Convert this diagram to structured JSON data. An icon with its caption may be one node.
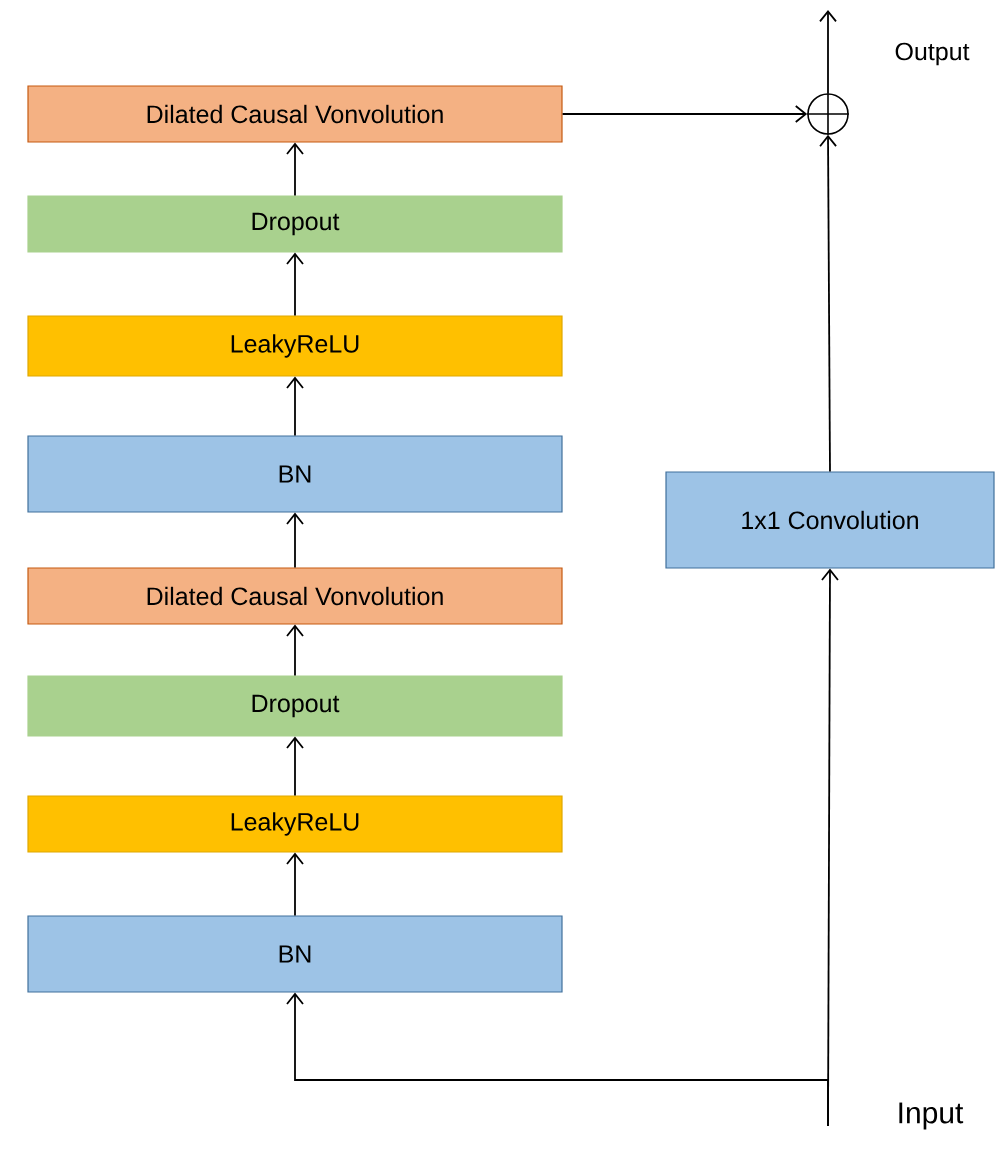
{
  "diagram": {
    "nodes": [
      {
        "text": [
          "Output"
        ]
      },
      {
        "text": [],
        "shape": "circle"
      },
      {
        "text": [
          "Dilated Causal Vonvolution"
        ]
      },
      {
        "text": [
          "Dropout"
        ]
      },
      {
        "text": [
          "LeakyReLU"
        ]
      },
      {
        "text": [
          "BN"
        ]
      },
      {
        "text": [
          "Dilated Causal Vonvolution"
        ]
      },
      {
        "text": [
          "Dropout"
        ]
      },
      {
        "text": [
          "LeakyReLU"
        ]
      },
      {
        "text": [
          "BN"
        ]
      },
      {
        "text": [
          "1x1 Convolution"
        ]
      },
      {
        "text": [
          "Input"
        ]
      }
    ],
    "edges": [
      {
        "from": 9,
        "to": 8,
        "arrow": "to"
      },
      {
        "from": 8,
        "to": 7,
        "arrow": "to"
      },
      {
        "from": 7,
        "to": 6,
        "arrow": "to"
      },
      {
        "from": 6,
        "to": 5,
        "arrow": "to"
      },
      {
        "from": 5,
        "to": 4,
        "arrow": "to"
      },
      {
        "from": 4,
        "to": 3,
        "arrow": "to"
      },
      {
        "from": 3,
        "to": 2,
        "arrow": "to"
      },
      {
        "from": 2,
        "to": 1,
        "arrow": "to"
      },
      {
        "from": 10,
        "to": 1,
        "arrow": "to"
      },
      {
        "from": 1,
        "to": 0,
        "arrow": "to"
      },
      {
        "from": 11,
        "to": 9,
        "arrow": "to"
      },
      {
        "from": 11,
        "to": 10,
        "arrow": "to"
      }
    ]
  }
}
